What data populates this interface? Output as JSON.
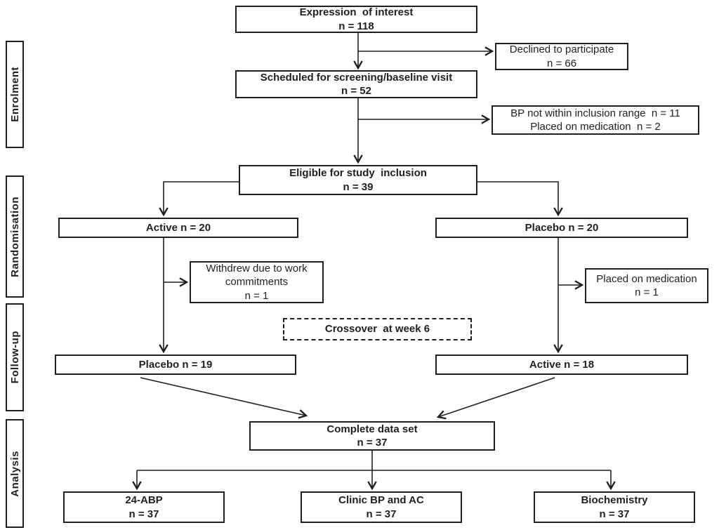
{
  "figure": {
    "background": "#ffffff",
    "line_color": "#1f1f1f",
    "text_color": "#1f1f1f"
  },
  "stages": {
    "enrolment": "Enrolment",
    "randomisation": "Randomisation",
    "followup": "Follow-up",
    "analysis": "Analysis"
  },
  "boxes": {
    "expression": {
      "line1": "Expression  of interest",
      "line2": "n = 118"
    },
    "declined": {
      "line1": "Declined to participate",
      "line2": "n = 66"
    },
    "scheduled": {
      "line1": "Scheduled for screening/baseline visit",
      "line2": "n = 52"
    },
    "bp_exclusion": {
      "line1": "BP not within inclusion range  n = 11",
      "line2": "Placed on medication  n = 2"
    },
    "eligible": {
      "line1": "Eligible for study  inclusion",
      "line2": "n = 39"
    },
    "active_20": {
      "line1": "Active n = 20"
    },
    "placebo_20": {
      "line1": "Placebo n = 20"
    },
    "withdrew": {
      "line1": "Withdrew due to work",
      "line2": "commitments",
      "line3": "n = 1"
    },
    "placed_on_medication": {
      "line1": "Placed on medication",
      "line2": "n = 1"
    },
    "crossover": {
      "line1": "Crossover  at week 6"
    },
    "placebo_19": {
      "line1": "Placebo n = 19"
    },
    "active_18": {
      "line1": "Active n = 18"
    },
    "complete": {
      "line1": "Complete data set",
      "line2": "n = 37"
    },
    "abp": {
      "line1": "24-ABP",
      "line2": "n = 37"
    },
    "clinic": {
      "line1": "Clinic BP and AC",
      "line2": "n = 37"
    },
    "biochemistry": {
      "line1": "Biochemistry",
      "line2": "n = 37"
    }
  }
}
